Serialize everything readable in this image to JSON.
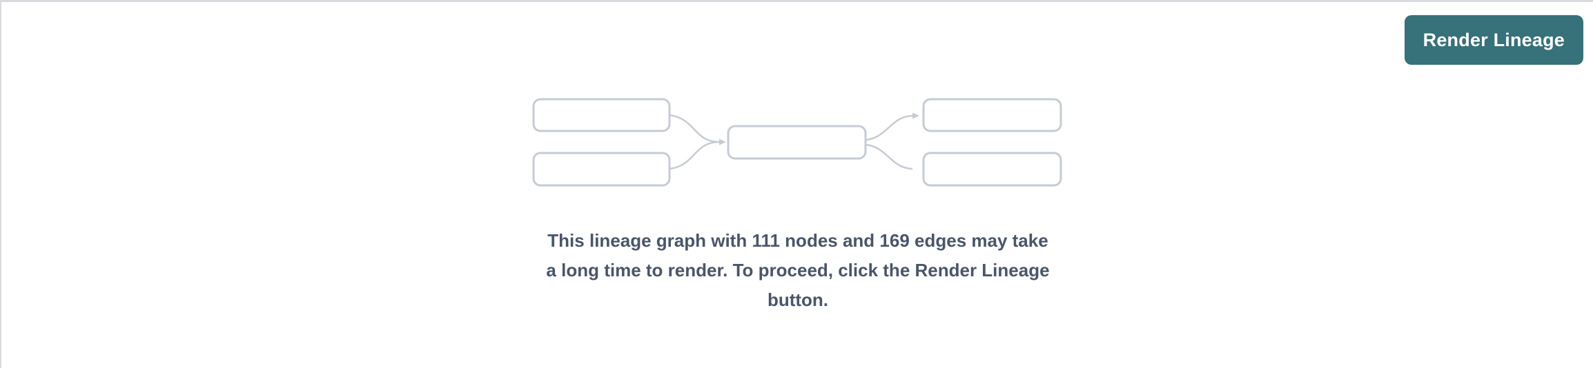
{
  "panel": {
    "background": "#ffffff",
    "border_color": "#d9dadd"
  },
  "toolbar": {
    "render_button": {
      "label": "Render Lineage",
      "background": "#377179",
      "text_color": "#ffffff"
    }
  },
  "placeholder": {
    "graphic": {
      "icon": "mini-lineage-diagram-icon",
      "node_box_count": 5,
      "box_border_color": "#c6cbd3",
      "edge_color": "#c6cbd3",
      "box_fill": "#ffffff"
    },
    "message": {
      "node_count": "111",
      "edge_count": "169",
      "text_color": "#4a5568",
      "lines": [
        "This lineage graph with 111 nodes and 169 edges may take",
        "a long time to render. To proceed, click the Render Lineage",
        "button."
      ]
    }
  }
}
